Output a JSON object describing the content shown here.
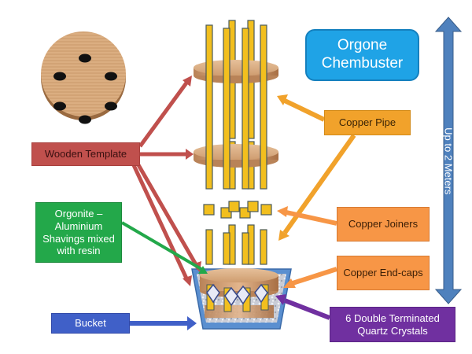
{
  "title": "Orgone Chembuster",
  "labels": {
    "title_line1": "Orgone",
    "title_line2": "Chembuster",
    "wooden_template": "Wooden Template",
    "orgonite": "Orgonite – Aluminium Shavings mixed with resin",
    "copper_pipe": "Copper Pipe",
    "copper_joiners": "Copper Joiners",
    "copper_endcaps": "Copper End-caps",
    "quartz": "6 Double Terminated Quartz Crystals",
    "bucket": "Bucket",
    "height": "Up to 2 Meters"
  },
  "colors": {
    "wood": "#d9a77a",
    "copper": "#f2bf1e",
    "wooden_arrow": "#c0504d",
    "orgonite_arrow": "#23a84a",
    "pipe_arrow": "#f1a22b",
    "joiner_arrow": "#f79646",
    "quartz_arrow": "#7030a0",
    "bucket_arrow": "#4060c8",
    "height_arrow": "#4f81bd"
  }
}
